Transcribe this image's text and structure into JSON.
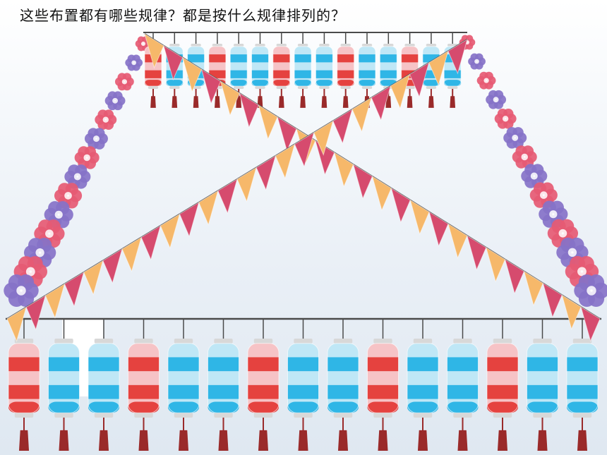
{
  "question": "这些布置都有哪些规律？都是按什么规律排列的？",
  "colors": {
    "lantern_red": "#e5423f",
    "lantern_red_light": "#f6c3c6",
    "lantern_blue": "#2fb6e6",
    "lantern_blue_light": "#bfe7f6",
    "flag_orange": "#f6b86a",
    "flag_crimson": "#d64b6e",
    "flower_pink": "#e65a73",
    "flower_purple": "#8672c8",
    "string": "#4a4a4a",
    "tassel": "#9a2a2a"
  },
  "lantern_rows": [
    {
      "name": "top",
      "pattern": [
        "red",
        "blue",
        "blue",
        "red",
        "blue",
        "blue",
        "red",
        "blue",
        "blue",
        "red",
        "blue",
        "blue",
        "red",
        "blue",
        "blue"
      ]
    },
    {
      "name": "bottom",
      "pattern": [
        "red",
        "blue",
        "blue",
        "red",
        "blue",
        "blue",
        "red",
        "blue",
        "blue",
        "red",
        "blue",
        "blue",
        "red",
        "blue",
        "blue"
      ]
    }
  ],
  "flag_pattern": [
    "orange",
    "crimson"
  ],
  "flower_pattern": [
    "pink",
    "purple"
  ]
}
